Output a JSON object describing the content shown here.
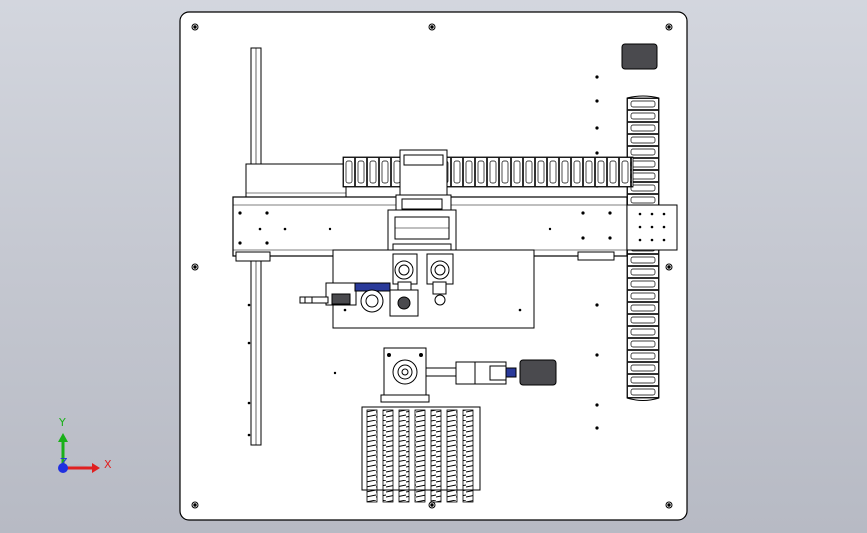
{
  "viewport": {
    "background_top": "#d3d6de",
    "background_bottom": "#b7bac4"
  },
  "drawing": {
    "line_color": "#000000",
    "plate_fill": "#ffffff",
    "hole_fill": "#3a3a3a",
    "dark_block_fill": "#4a4a4e"
  },
  "triad": {
    "x_label": "X",
    "y_label": "Y",
    "z_label": "Z",
    "x_color": "#e02020",
    "y_color": "#19b019",
    "z_color": "#2030e0"
  }
}
